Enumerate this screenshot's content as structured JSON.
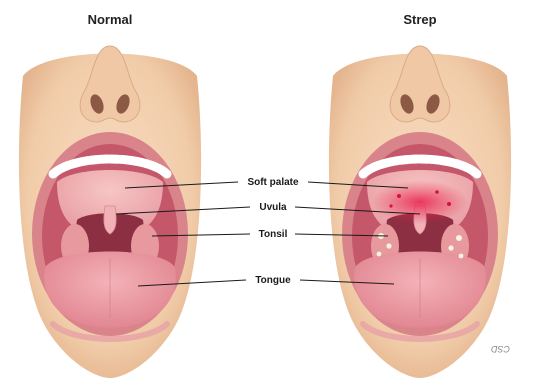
{
  "captions": {
    "left": "Normal",
    "right": "Strep"
  },
  "labels": {
    "soft_palate": "Soft palate",
    "uvula": "Uvula",
    "tonsil": "Tonsil",
    "tongue": "Tongue"
  },
  "signature": "CSD",
  "colors": {
    "skin": "#f4d4b6",
    "skin_shadow": "#e6b894",
    "lip": "#d9838a",
    "mouth_interior": "#c4576a",
    "palate": "#f2b9b9",
    "throat": "#8d2f43",
    "teeth": "#ffffff",
    "tongue": "#ef9da6",
    "inflammation": "#e8204a",
    "white_patches": "#f7f4e0"
  }
}
